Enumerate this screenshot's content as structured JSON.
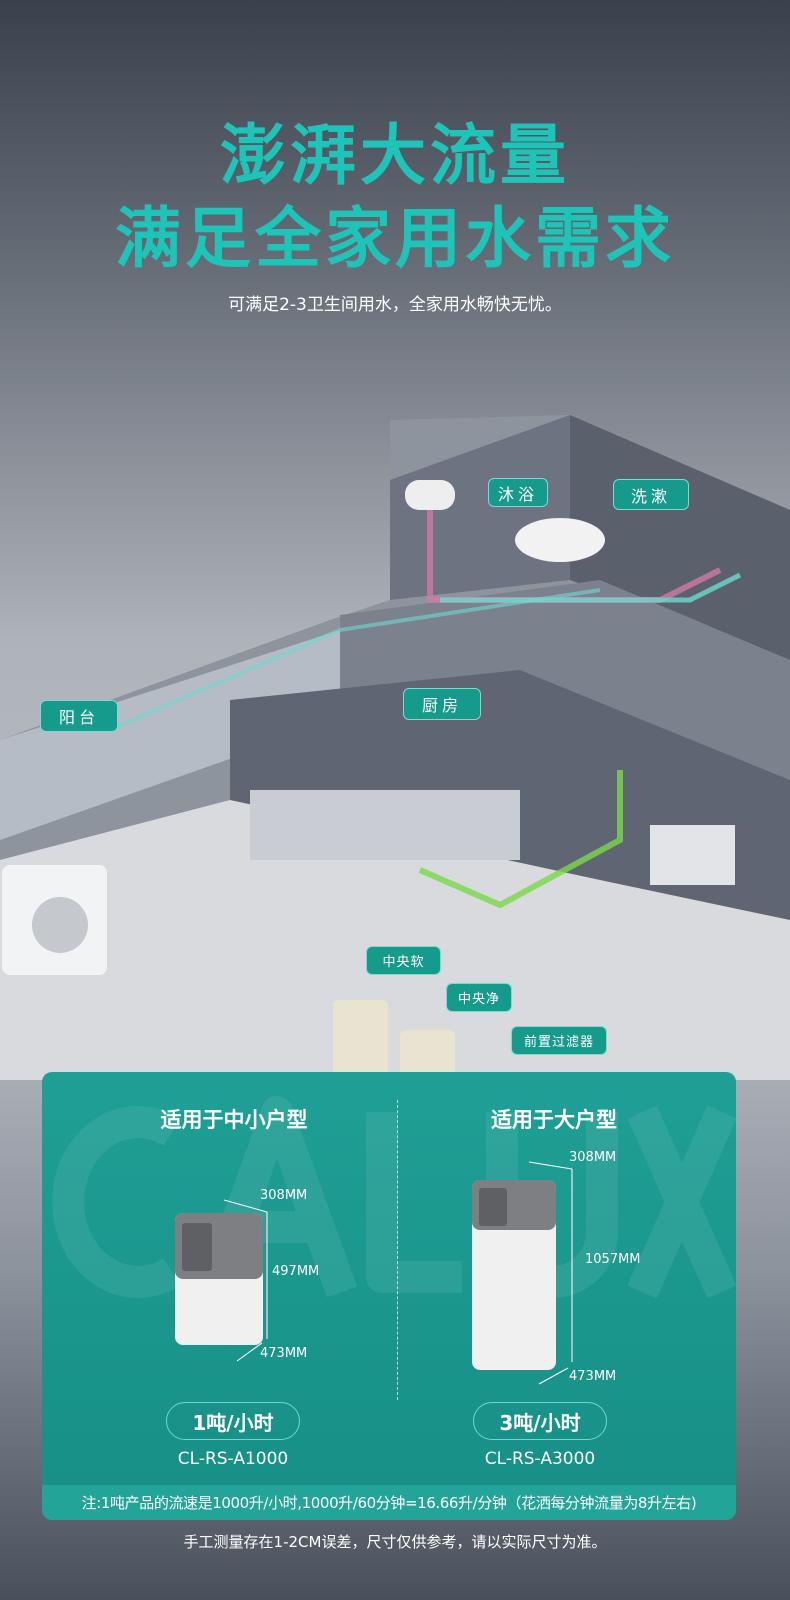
{
  "headline": {
    "line1": "澎湃大流量",
    "line2": "满足全家用水需求",
    "subtitle": "可满足2-3卫生间用水，全家用水畅快无忧。"
  },
  "scene_labels": {
    "shower": "沐浴",
    "wash": "洗漱",
    "balcony": "阳台",
    "kitchen": "厨房",
    "softener": "中央软",
    "purifier": "中央净",
    "prefilter": "前置过滤器"
  },
  "panel": {
    "watermark": "CALUX",
    "small": {
      "heading": "适用于中小户型",
      "width": "308MM",
      "height": "497MM",
      "depth": "473MM",
      "flow": "1吨/小时",
      "model": "CL-RS-A1000"
    },
    "large": {
      "heading": "适用于大户型",
      "width": "308MM",
      "height": "1057MM",
      "depth": "473MM",
      "flow": "3吨/小时",
      "model": "CL-RS-A3000"
    },
    "note": "注:1吨产品的流速是1000升/小时,1000升/60分钟=16.66升/分钟（花洒每分钟流量为8升左右)"
  },
  "footer": "手工测量存在1-2CM误差，尺寸仅供参考，请以实际尺寸为准。",
  "colors": {
    "accent": "#1fc4b8",
    "panel": "#1a978d",
    "tag": "#159a8c"
  }
}
